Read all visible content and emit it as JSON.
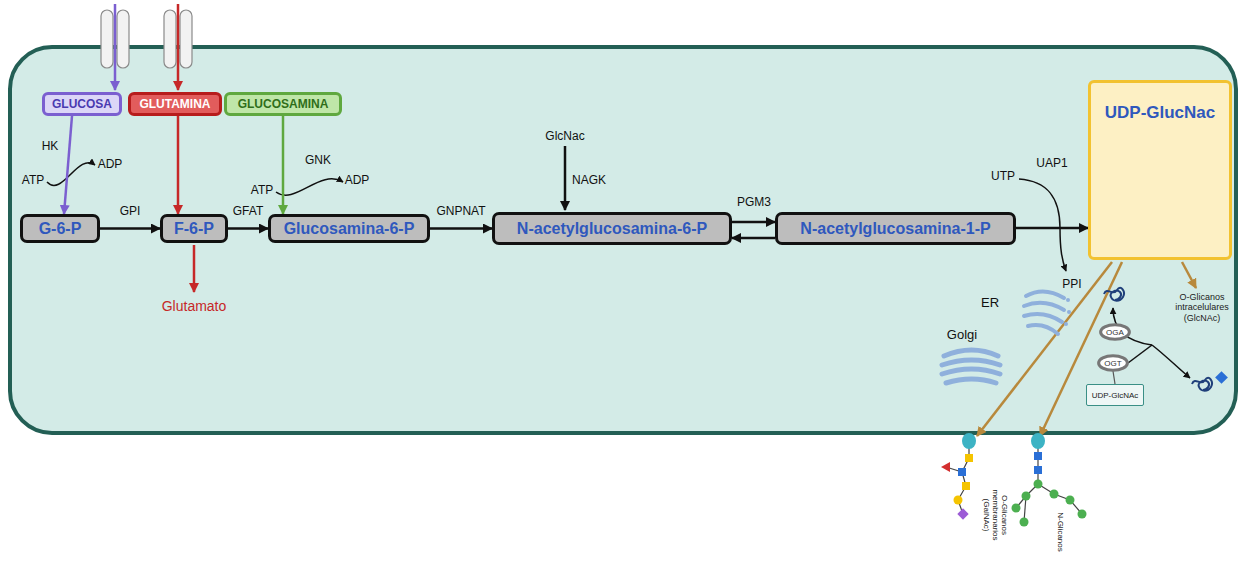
{
  "diagram": {
    "nodes": [
      {
        "text": [
          "GLUCOSA"
        ]
      },
      {
        "text": [
          "GLUTAMINA"
        ]
      },
      {
        "text": [
          "GLUCOSAMINA"
        ]
      },
      {
        "text": [
          "G-6-P"
        ]
      },
      {
        "text": [
          "F-6-P"
        ]
      },
      {
        "text": [
          "Glucosamina-6-P"
        ]
      },
      {
        "text": [
          "N-acetylglucosamina-6-P"
        ]
      },
      {
        "text": [
          "N-acetylglucosamina-1-P"
        ]
      },
      {
        "text": [
          "UDP-GlucNac"
        ]
      },
      {
        "text": [
          "OGA"
        ]
      },
      {
        "text": [
          "OGT"
        ]
      },
      {
        "text": [
          "UDP-GlcNAc"
        ]
      }
    ],
    "edges": [
      {
        "from": 0,
        "to": 3,
        "arrow": "to",
        "label": "HK"
      },
      {
        "from": 1,
        "to": 4,
        "arrow": "to"
      },
      {
        "from": 2,
        "to": 5,
        "arrow": "to",
        "label": "GNK"
      },
      {
        "from": 3,
        "to": 4,
        "arrow": "to",
        "label": "GPI"
      },
      {
        "from": 4,
        "to": 5,
        "arrow": "to",
        "label": "GFAT"
      },
      {
        "from": 5,
        "to": 6,
        "arrow": "to",
        "label": "GNPNAT"
      },
      {
        "from": 6,
        "to": 7,
        "arrow": "to",
        "label": "PGM3"
      },
      {
        "from": 7,
        "to": 6,
        "arrow": "to"
      },
      {
        "from": 7,
        "to": 8,
        "arrow": "to",
        "label": "UAP1"
      },
      {
        "from": 11,
        "to": 10,
        "arrow": "none"
      }
    ],
    "labels": [
      "ATP",
      "ADP",
      "ATP",
      "ADP",
      "Glutamato",
      "GlcNac",
      "NAGK",
      "UTP",
      "PPI",
      "ER",
      "Golgi",
      "O-Glicanos intracelulares (GlcNAc)",
      "O-Glicanos membranarios (GalNAc)",
      "N-Glicanos"
    ]
  }
}
